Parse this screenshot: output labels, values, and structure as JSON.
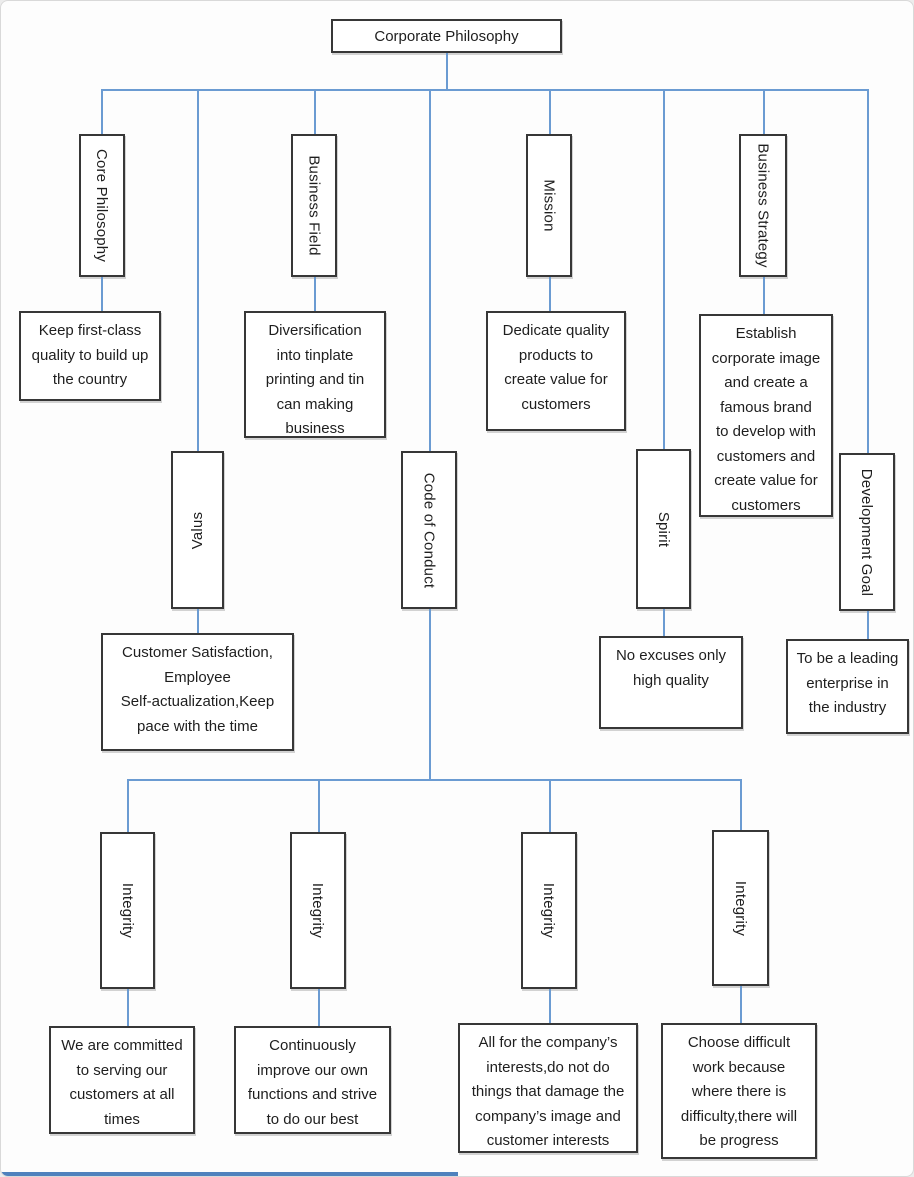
{
  "diagram": {
    "root": "Corporate Philosophy",
    "level1": [
      {
        "header": "Core Philosophy",
        "desc": "Keep first-class\nquality to build up\nthe country"
      },
      {
        "header": "Business Field",
        "desc": "Diversification\ninto tinplate\nprinting and tin\ncan making\nbusiness"
      },
      {
        "header": "Mission",
        "desc": "Dedicate quality\nproducts to\ncreate value for\ncustomers"
      },
      {
        "header": "Business Strategy",
        "desc": "Establish\ncorporate image\nand create a\nfamous brand\nto develop with\ncustomers and\ncreate value for\ncustomers"
      }
    ],
    "level2": [
      {
        "header": "Valus",
        "desc": "Customer Satisfaction,\nEmployee\nSelf-actualization,Keep\npace with the time"
      },
      {
        "header": "Code of Conduct"
      },
      {
        "header": "Spirit",
        "desc": "No excuses only\nhigh quality"
      },
      {
        "header": "Development Goal",
        "desc": "To be a leading\nenterprise in\nthe industry"
      }
    ],
    "integrity": [
      {
        "header": "Integrity",
        "desc": "We are committed\nto serving our\ncustomers at all\ntimes"
      },
      {
        "header": "Integrity",
        "desc": "Continuously\nimprove our own\nfunctions and strive\nto do our best"
      },
      {
        "header": "Integrity",
        "desc": "All for the company’s\ninterests,do not do\nthings that damage the\ncompany’s image and\ncustomer interests"
      },
      {
        "header": "Integrity",
        "desc": "Choose difficult\nwork because\nwhere there is\ndifficulty,there will\nbe progress"
      }
    ],
    "colors": {
      "connector": "#6b9bd2",
      "box_border": "#373737",
      "bottom_bar": "#4f81bd"
    }
  }
}
